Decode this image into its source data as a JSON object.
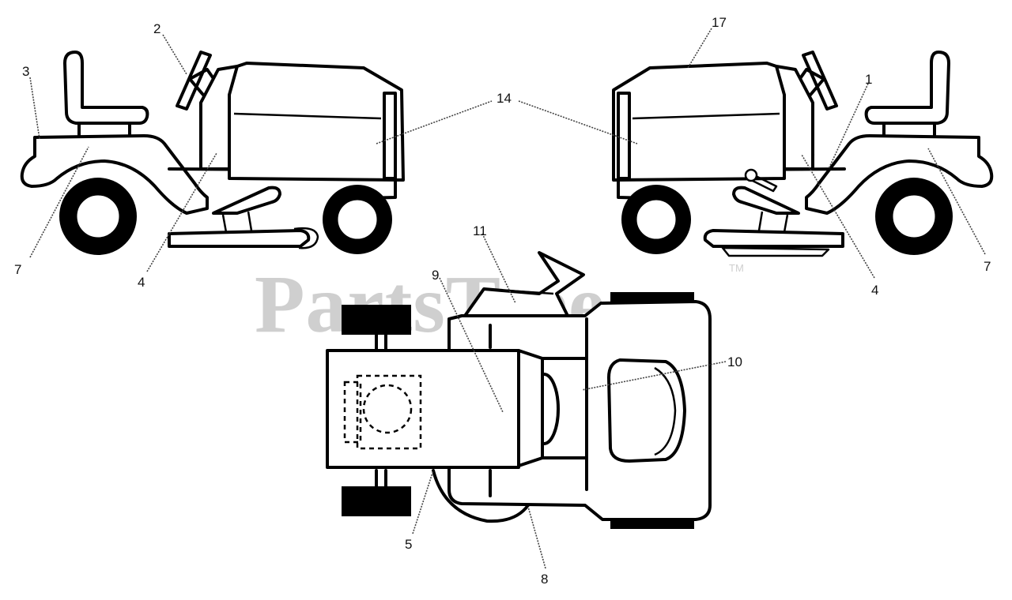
{
  "watermark": {
    "text": "PartsTree",
    "tm": "TM"
  },
  "callouts": {
    "c1": "1",
    "c2": "2",
    "c3": "3",
    "c4a": "4",
    "c4b": "4",
    "c5": "5",
    "c7a": "7",
    "c7b": "7",
    "c8": "8",
    "c9": "9",
    "c10": "10",
    "c11": "11",
    "c14": "14",
    "c17": "17"
  }
}
